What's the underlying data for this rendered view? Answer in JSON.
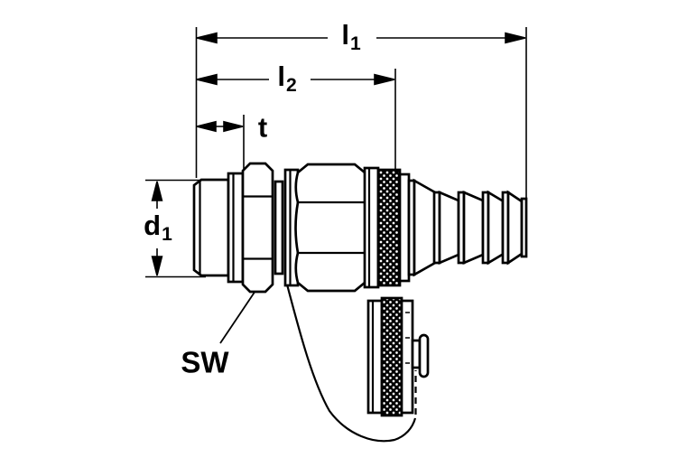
{
  "diagram": {
    "background_color": "#ffffff",
    "line_color": "#000000",
    "dimension_labels": {
      "l1": {
        "base": "l",
        "sub": "1"
      },
      "l2": {
        "base": "l",
        "sub": "2"
      },
      "t": {
        "base": "t",
        "sub": ""
      },
      "d1": {
        "base": "d",
        "sub": "1"
      },
      "sw": {
        "base": "SW",
        "sub": ""
      }
    }
  }
}
